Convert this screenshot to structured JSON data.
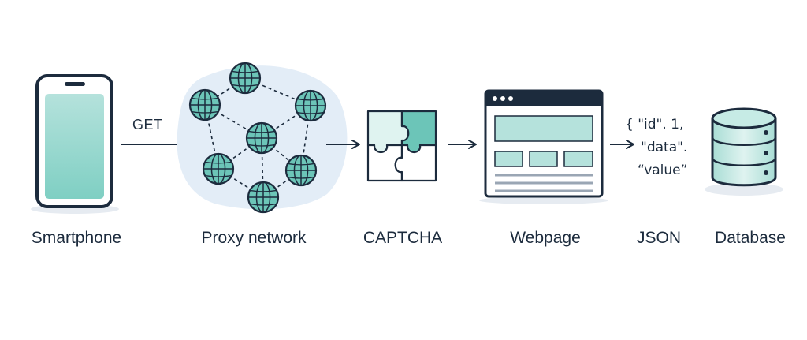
{
  "nodes": [
    {
      "id": "smartphone",
      "label": "Smartphone",
      "icon": "smartphone-icon"
    },
    {
      "id": "proxy",
      "label": "Proxy network",
      "icon": "globe-network-icon"
    },
    {
      "id": "captcha",
      "label": "CAPTCHA",
      "icon": "puzzle-icon"
    },
    {
      "id": "webpage",
      "label": "Webpage",
      "icon": "browser-window-icon"
    },
    {
      "id": "json",
      "label": "JSON",
      "icon": "json-text"
    },
    {
      "id": "database",
      "label": "Database",
      "icon": "database-icon"
    }
  ],
  "edges": [
    {
      "from": "smartphone",
      "to": "proxy",
      "label": "GET"
    },
    {
      "from": "proxy",
      "to": "captcha",
      "label": ""
    },
    {
      "from": "captcha",
      "to": "webpage",
      "label": ""
    },
    {
      "from": "webpage",
      "to": "json",
      "label": ""
    },
    {
      "from": "json",
      "to": "database",
      "label": ""
    }
  ],
  "json_snippet": [
    "{ \"id\". 1,",
    "\"data\".",
    "“value”"
  ],
  "colors": {
    "outline": "#1c2b3d",
    "teal": "#6cc5b8",
    "teal_light": "#c6ebe5",
    "cloud": "#e3edf7",
    "shadow": "#e6ebf1"
  }
}
